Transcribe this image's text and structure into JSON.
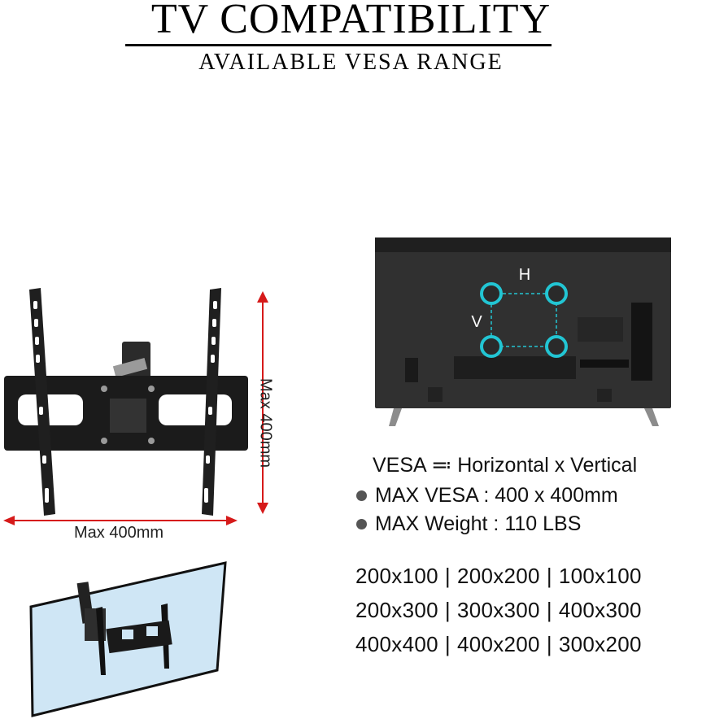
{
  "header": {
    "title": "TV COMPATIBILITY",
    "subtitle": "AVAILABLE VESA RANGE"
  },
  "mount_dimensions": {
    "vertical_label": "Max 400mm",
    "horizontal_label": "Max 400mm"
  },
  "tv_diagram": {
    "h_label": "H",
    "v_label": "V"
  },
  "specs": {
    "formula": "VESA ≕ Horizontal x Vertical",
    "bullets": [
      "MAX VESA : 400 x 400mm",
      "MAX Weight : 110 LBS"
    ]
  },
  "vesa_patterns": [
    [
      "200x100",
      "200x200",
      "100x100"
    ],
    [
      "200x300",
      "300x300",
      "400x300"
    ],
    [
      "400x400",
      "400x200",
      "300x200"
    ]
  ],
  "colors": {
    "accent_cyan": "#22c5d3",
    "dimension_red": "#d61a1a",
    "wall_blue": "#cfe6f5"
  }
}
